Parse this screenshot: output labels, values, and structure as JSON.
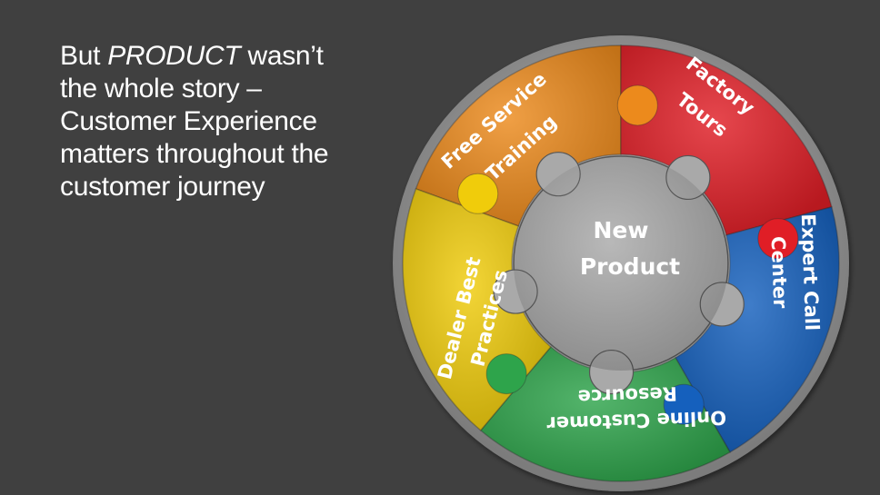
{
  "slide": {
    "headline_prefix": "But",
    "headline_emphasis": "PRODUCT",
    "headline_line1_rest": "wasn’t",
    "headline_line2": "the whole story –",
    "headline_line3": "Customer Experience",
    "headline_line4": "matters throughout the",
    "headline_line5": "customer journey"
  },
  "diagram": {
    "center": {
      "line1": "New",
      "line2": "Product",
      "color": "#a9a9a9"
    },
    "pieces": [
      {
        "line1": "Free Service",
        "line2": "Training",
        "color": "#ec8a1c"
      },
      {
        "line1": "Factory",
        "line2": "Tours",
        "color": "#e01e26"
      },
      {
        "line1": "Expert Call",
        "line2": "Center",
        "color": "#1560bd"
      },
      {
        "line1": "Online Customer",
        "line2": "Resource",
        "color": "#2ea44b"
      },
      {
        "line1": "Dealer Best",
        "line2": "Practices",
        "color": "#f0cc0b"
      }
    ],
    "ring_color": "#9a9a9a"
  }
}
